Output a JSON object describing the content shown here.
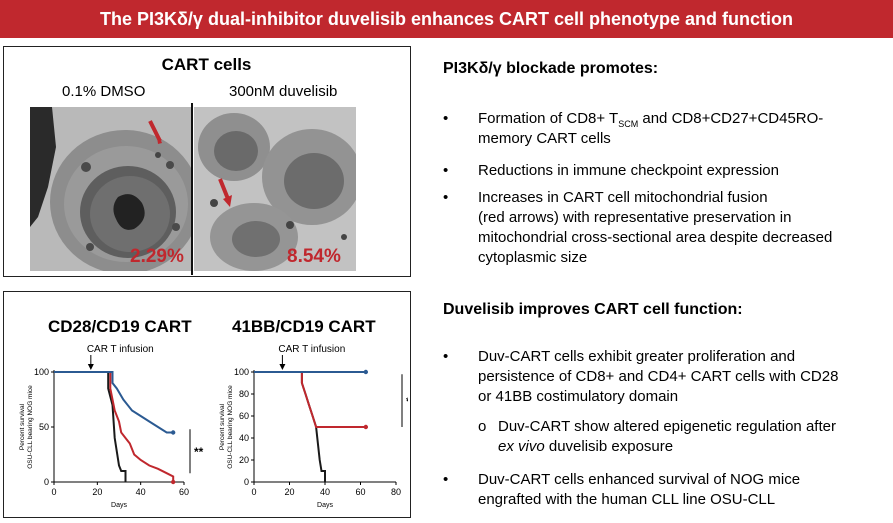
{
  "banner": {
    "title": "The PI3Kδ/γ dual-inhibitor duvelisib enhances CART cell phenotype and function"
  },
  "micrograph_panel": {
    "title": "CART cells",
    "left_label": "0.1% DMSO",
    "right_label": "300nM duvelisib",
    "left_value": "2.29%",
    "right_value": "8.54%"
  },
  "right": {
    "blockade_heading": "PI3Kδ/γ blockade promotes:",
    "blockade_bullets": [
      {
        "pre": "Formation of CD8+ T",
        "sub": "SCM",
        "post": " and CD8+CD27+CD45RO-",
        "line2": "memory CART cells"
      },
      {
        "text": "Reductions in immune checkpoint expression"
      },
      {
        "line1": "Increases in CART cell mitochondrial fusion",
        "line2": "(red arrows) with representative preservation in",
        "line3": "mitochondrial cross-sectional area despite decreased",
        "line4": "cytoplasmic size"
      }
    ],
    "function_heading": "Duvelisib improves CART cell function:",
    "function_bullets": [
      {
        "line1": "Duv-CART cells exhibit greater proliferation and",
        "line2": "persistence of CD8+ and CD4+ CART cells with CD28",
        "line3": "or 41BB costimulatory domain"
      },
      {
        "sub_marker": "o",
        "line1": "Duv-CART show altered epigenetic regulation after",
        "line2_italic": "ex vivo",
        "line2_rest": " duvelisib exposure"
      },
      {
        "line1": "Duv-CART cells enhanced survival of NOG mice",
        "line2": "engrafted with the human CLL line OSU-CLL"
      }
    ],
    "bullet_symbol": "•"
  },
  "chart_data": [
    {
      "type": "line",
      "title": "CD28/CD19 CART",
      "annotation": "CAR T infusion",
      "annotation_x": 17,
      "xlabel": "Days",
      "ylabel_line1": "Percent survival",
      "ylabel_line2": "OSU-CLL bearing NOG mice",
      "xlim": [
        0,
        60
      ],
      "ylim": [
        0,
        100
      ],
      "xticks": [
        0,
        20,
        40,
        60
      ],
      "yticks": [
        0,
        50,
        100
      ],
      "significance": "**",
      "series": [
        {
          "color": "#1a1a1a",
          "points": [
            [
              0,
              100
            ],
            [
              25,
              100
            ],
            [
              25,
              85
            ],
            [
              27,
              70
            ],
            [
              28,
              40
            ],
            [
              30,
              15
            ],
            [
              31,
              10
            ],
            [
              33,
              10
            ],
            [
              33,
              0
            ]
          ]
        },
        {
          "color": "#c0282e",
          "points": [
            [
              0,
              100
            ],
            [
              26,
              100
            ],
            [
              26,
              85
            ],
            [
              27,
              75
            ],
            [
              28,
              65
            ],
            [
              30,
              55
            ],
            [
              31,
              45
            ],
            [
              33,
              40
            ],
            [
              35,
              35
            ],
            [
              37,
              25
            ],
            [
              40,
              20
            ],
            [
              44,
              15
            ],
            [
              48,
              12
            ],
            [
              52,
              8
            ],
            [
              55,
              5
            ],
            [
              55,
              0
            ]
          ]
        },
        {
          "color": "#2b5a92",
          "points": [
            [
              0,
              100
            ],
            [
              27,
              100
            ],
            [
              27,
              90
            ],
            [
              29,
              85
            ],
            [
              32,
              75
            ],
            [
              36,
              65
            ],
            [
              40,
              60
            ],
            [
              44,
              55
            ],
            [
              48,
              50
            ],
            [
              52,
              45
            ],
            [
              55,
              45
            ]
          ]
        }
      ]
    },
    {
      "type": "line",
      "title": "41BB/CD19 CART",
      "annotation": "CAR T infusion",
      "annotation_x": 16,
      "xlabel": "Days",
      "ylabel_line1": "Percent survival",
      "ylabel_line2": "OSU-CLL bearing NOG mice",
      "xlim": [
        0,
        80
      ],
      "ylim": [
        0,
        100
      ],
      "xticks": [
        0,
        20,
        40,
        60,
        80
      ],
      "yticks": [
        0,
        20,
        40,
        60,
        80,
        100
      ],
      "significance": "*",
      "series": [
        {
          "color": "#1a1a1a",
          "points": [
            [
              0,
              100
            ],
            [
              27,
              100
            ],
            [
              27,
              90
            ],
            [
              29,
              80
            ],
            [
              31,
              70
            ],
            [
              33,
              60
            ],
            [
              35,
              50
            ],
            [
              36,
              35
            ],
            [
              37,
              20
            ],
            [
              38,
              10
            ],
            [
              40,
              10
            ],
            [
              40,
              0
            ]
          ]
        },
        {
          "color": "#c0282e",
          "points": [
            [
              0,
              100
            ],
            [
              27,
              100
            ],
            [
              27,
              90
            ],
            [
              29,
              80
            ],
            [
              31,
              70
            ],
            [
              33,
              60
            ],
            [
              35,
              50
            ],
            [
              63,
              50
            ]
          ]
        },
        {
          "color": "#2b5a92",
          "points": [
            [
              0,
              100
            ],
            [
              63,
              100
            ]
          ]
        }
      ]
    }
  ]
}
